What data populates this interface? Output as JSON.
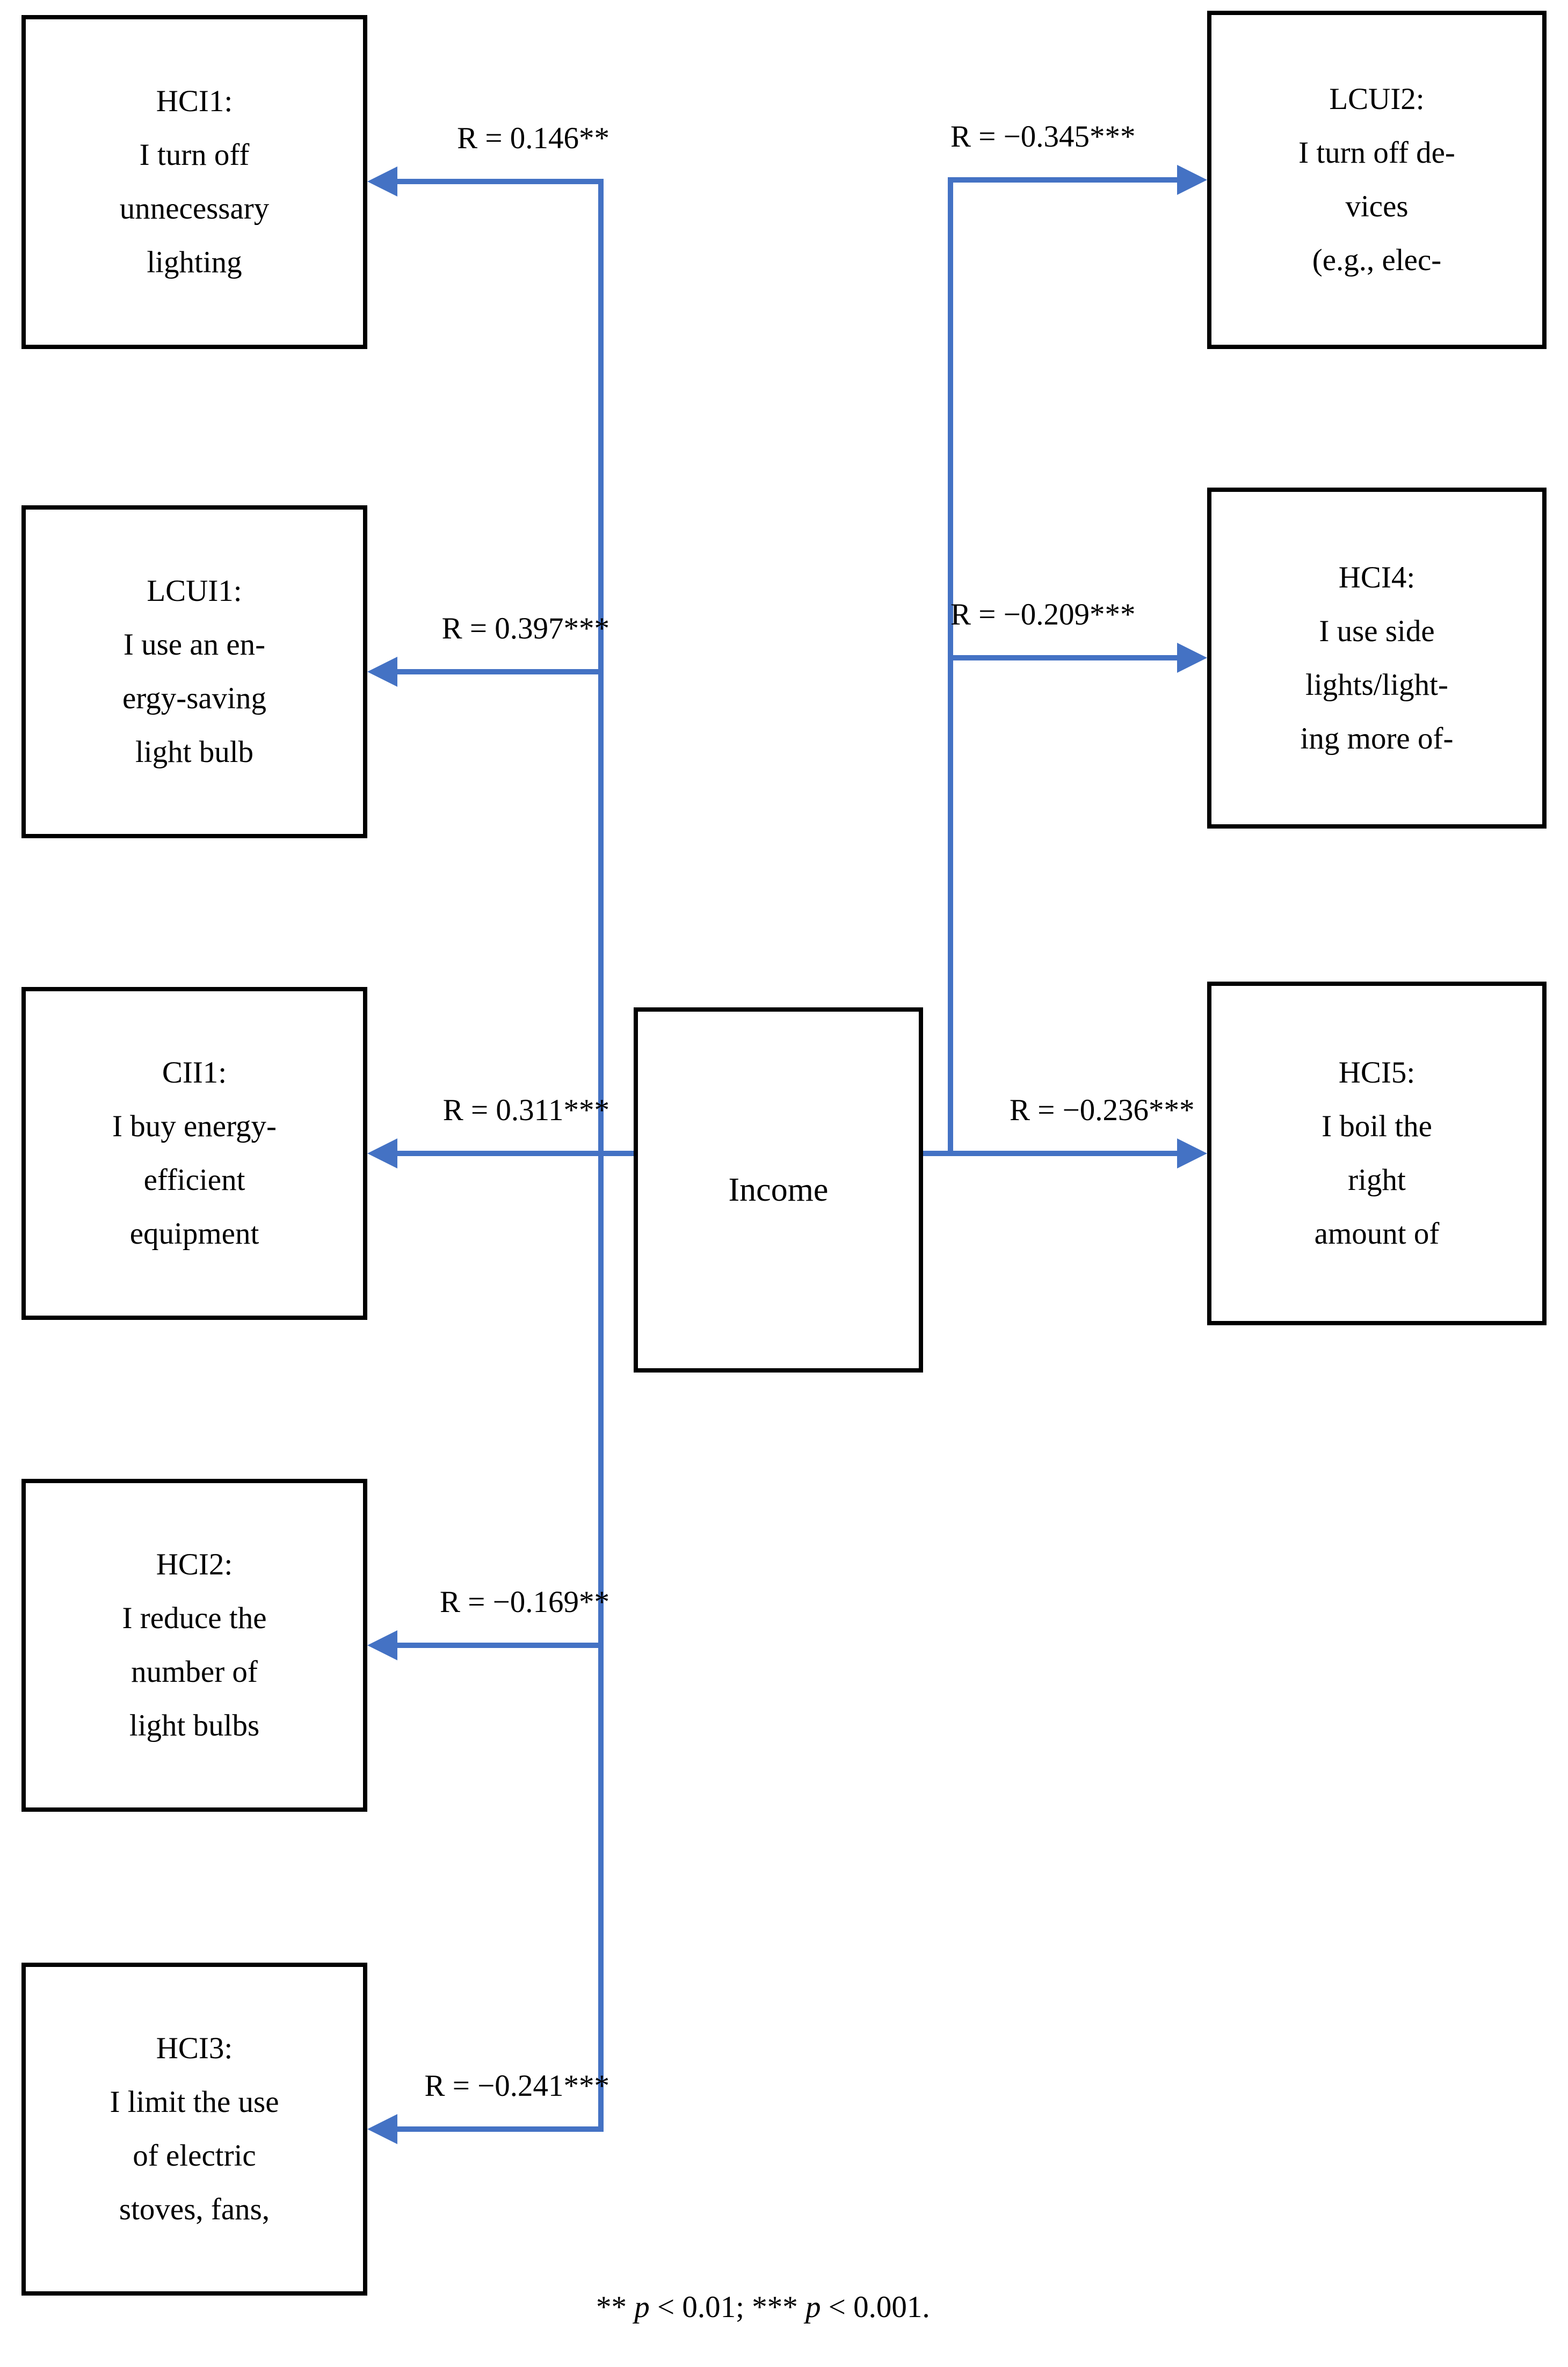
{
  "figure": {
    "accent_color": "#4472C4",
    "center_node": {
      "label": "Income"
    },
    "left_nodes": [
      {
        "id": "HCI1",
        "lines": [
          "HCI1:",
          "I turn off",
          "unnecessary",
          "lighting"
        ],
        "r_label": "R = 0.146**"
      },
      {
        "id": "LCUI1",
        "lines": [
          "LCUI1:",
          "I use an en-",
          "ergy-saving",
          "light bulb"
        ],
        "r_label": "R = 0.397***"
      },
      {
        "id": "CII1",
        "lines": [
          "CII1:",
          "I buy energy-",
          "efficient",
          "equipment"
        ],
        "r_label": "R = 0.311***"
      },
      {
        "id": "HCI2",
        "lines": [
          "HCI2:",
          "I reduce the",
          "number of",
          "light bulbs"
        ],
        "r_label": "R = −0.169**"
      },
      {
        "id": "HCI3",
        "lines": [
          "HCI3:",
          "I limit the use",
          "of electric",
          "stoves, fans,"
        ],
        "r_label": "R = −0.241***"
      }
    ],
    "right_nodes": [
      {
        "id": "LCUI2",
        "lines": [
          "LCUI2:",
          "I turn off de-",
          "vices",
          "(e.g., elec-"
        ],
        "r_label": "R = −0.345***"
      },
      {
        "id": "HCI4",
        "lines": [
          "HCI4:",
          "I use side",
          "lights/light-",
          "ing more of-"
        ],
        "r_label": "R = −0.209***"
      },
      {
        "id": "HCI5",
        "lines": [
          "HCI5:",
          "I boil the",
          "right",
          "amount of"
        ],
        "r_label": "R = −0.236***"
      }
    ],
    "footnote": {
      "part1": "** ",
      "p1": "p",
      "part2": " < 0.01; *** ",
      "p2": "p",
      "part3": " < 0.001."
    }
  }
}
